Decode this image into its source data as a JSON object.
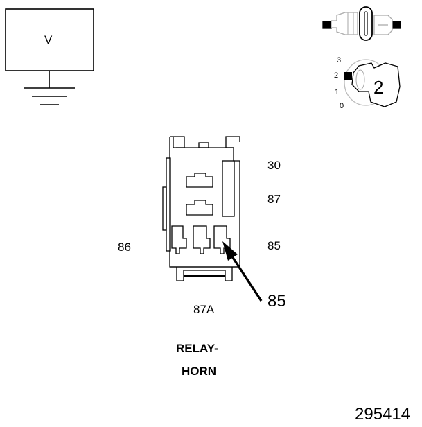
{
  "voltmeter": {
    "label": "V"
  },
  "ignition": {
    "positions": [
      "3",
      "2",
      "1",
      "0"
    ],
    "selected": "2"
  },
  "terminals": {
    "t30": "30",
    "t87": "87",
    "t85": "85",
    "t86": "86",
    "t87a": "87A"
  },
  "callout": {
    "label": "85"
  },
  "title": {
    "line1": "RELAY-",
    "line2": "HORN"
  },
  "document_number": "295414"
}
